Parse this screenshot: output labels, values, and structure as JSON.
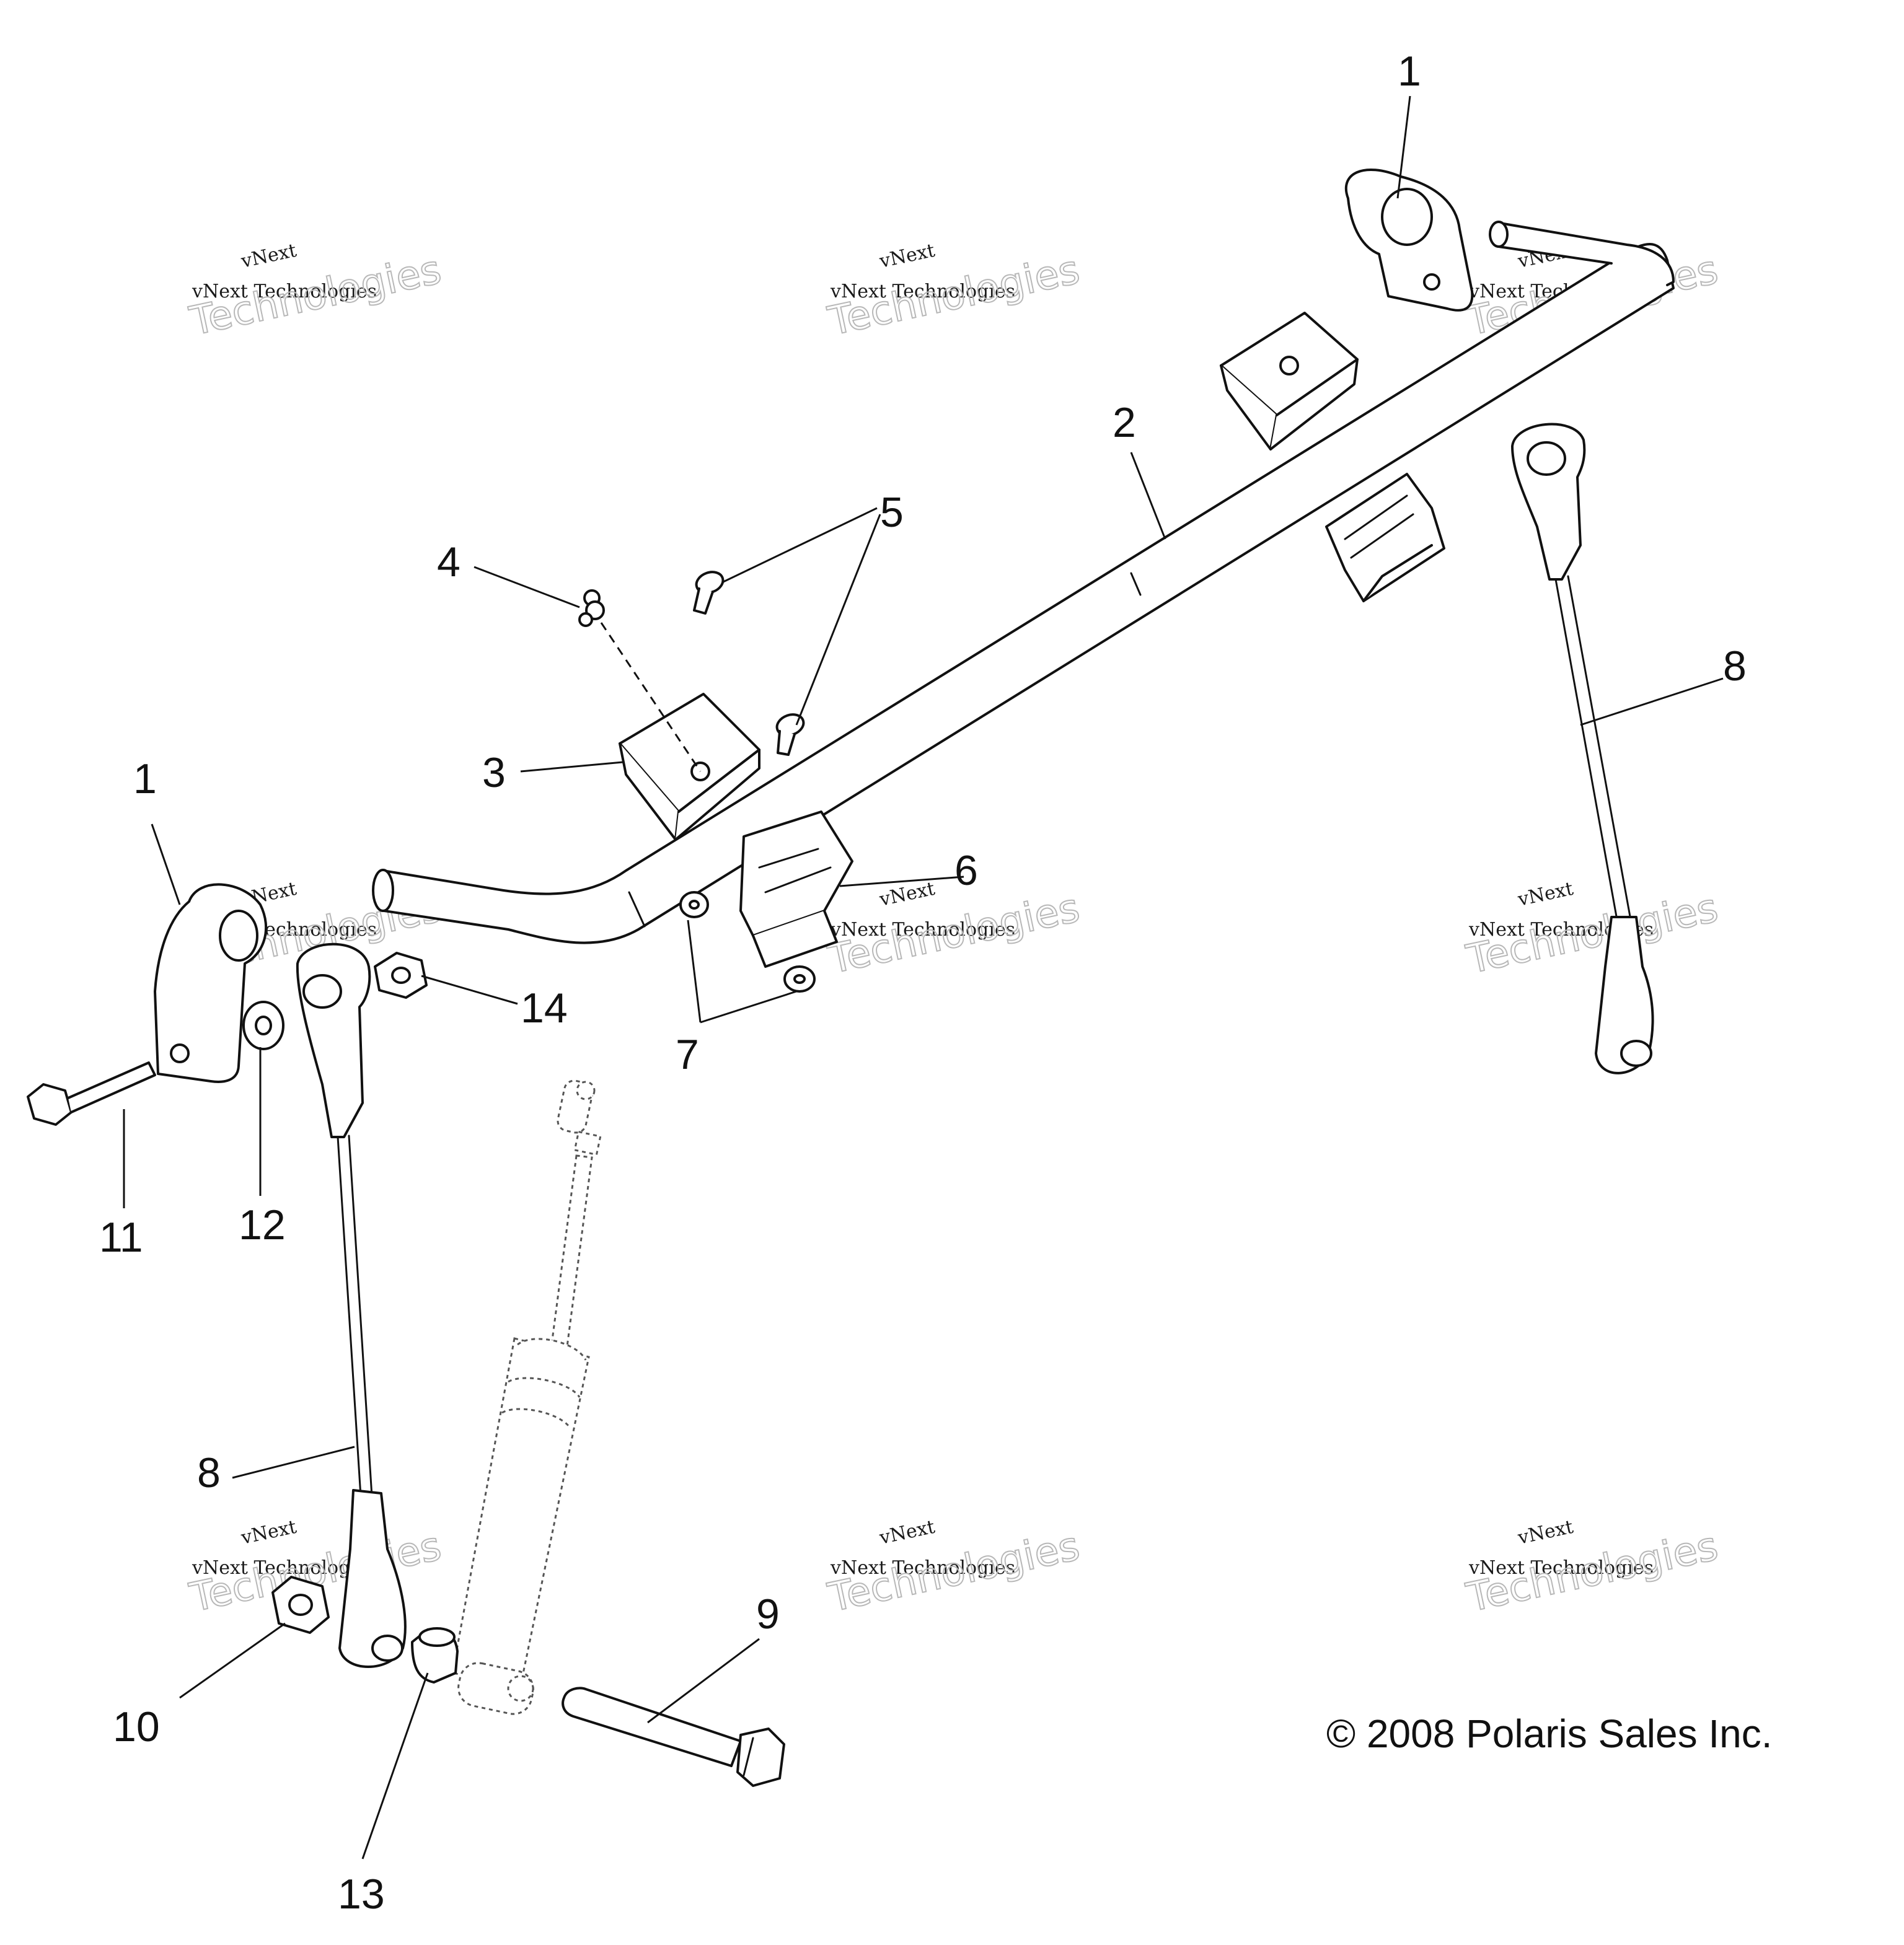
{
  "callouts": {
    "c1_top": "1",
    "c1_left": "1",
    "c2": "2",
    "c3": "3",
    "c4": "4",
    "c5": "5",
    "c6": "6",
    "c7": "7",
    "c8_right": "8",
    "c8_left": "8",
    "c9": "9",
    "c10": "10",
    "c11": "11",
    "c12": "12",
    "c13": "13",
    "c14": "14"
  },
  "watermark": {
    "line1": "vNext",
    "line2": "vNext Technologies",
    "line3": "Technologies"
  },
  "copyright": "© 2008 Polaris Sales Inc."
}
